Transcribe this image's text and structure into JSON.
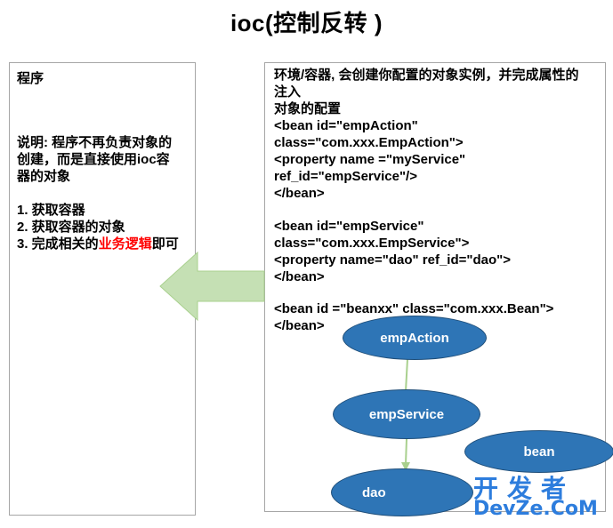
{
  "title": "ioc(控制反转 )",
  "left_panel": {
    "heading": "程序",
    "desc_prefix": "说明: 程序不再负责对象的",
    "desc_line2": "创建，而是直接使用ioc容",
    "desc_line3": "器的对象",
    "step1": "1. 获取容器",
    "step2": "2. 获取容器的对象",
    "step3_prefix": "3. 完成相关的",
    "step3_highlight": "业务逻辑",
    "step3_suffix": "即可"
  },
  "right_panel": {
    "line1": "环境/容器, 会创建你配置的对象实例，并完成属性的",
    "line2": "注入",
    "line3": "对象的配置",
    "line4": "<bean id=\"empAction\"",
    "line5": "class=\"com.xxx.EmpAction\">",
    "line6": "<property name =\"myService\"",
    "line7": "ref_id=\"empService\"/>",
    "line8": "</bean>",
    "line9": "<bean  id=\"empService\"",
    "line10": "class=\"com.xxx.EmpService\">",
    "line11": "<property  name=\"dao\" ref_id=\"dao\">",
    "line12": "</bean>",
    "line13": "<bean id =\"beanxx\"  class=\"com.xxx.Bean\">",
    "line14": "</bean>"
  },
  "nodes": {
    "empAction": "empAction",
    "empService": "empService",
    "dao": "dao",
    "bean": "bean"
  },
  "colors": {
    "node_fill": "#2e75b6",
    "arrow_fill": "#c5e0b4",
    "highlight": "#ff0000"
  },
  "watermark": {
    "line1": "开发者",
    "line2": "DevZe.CoM"
  }
}
